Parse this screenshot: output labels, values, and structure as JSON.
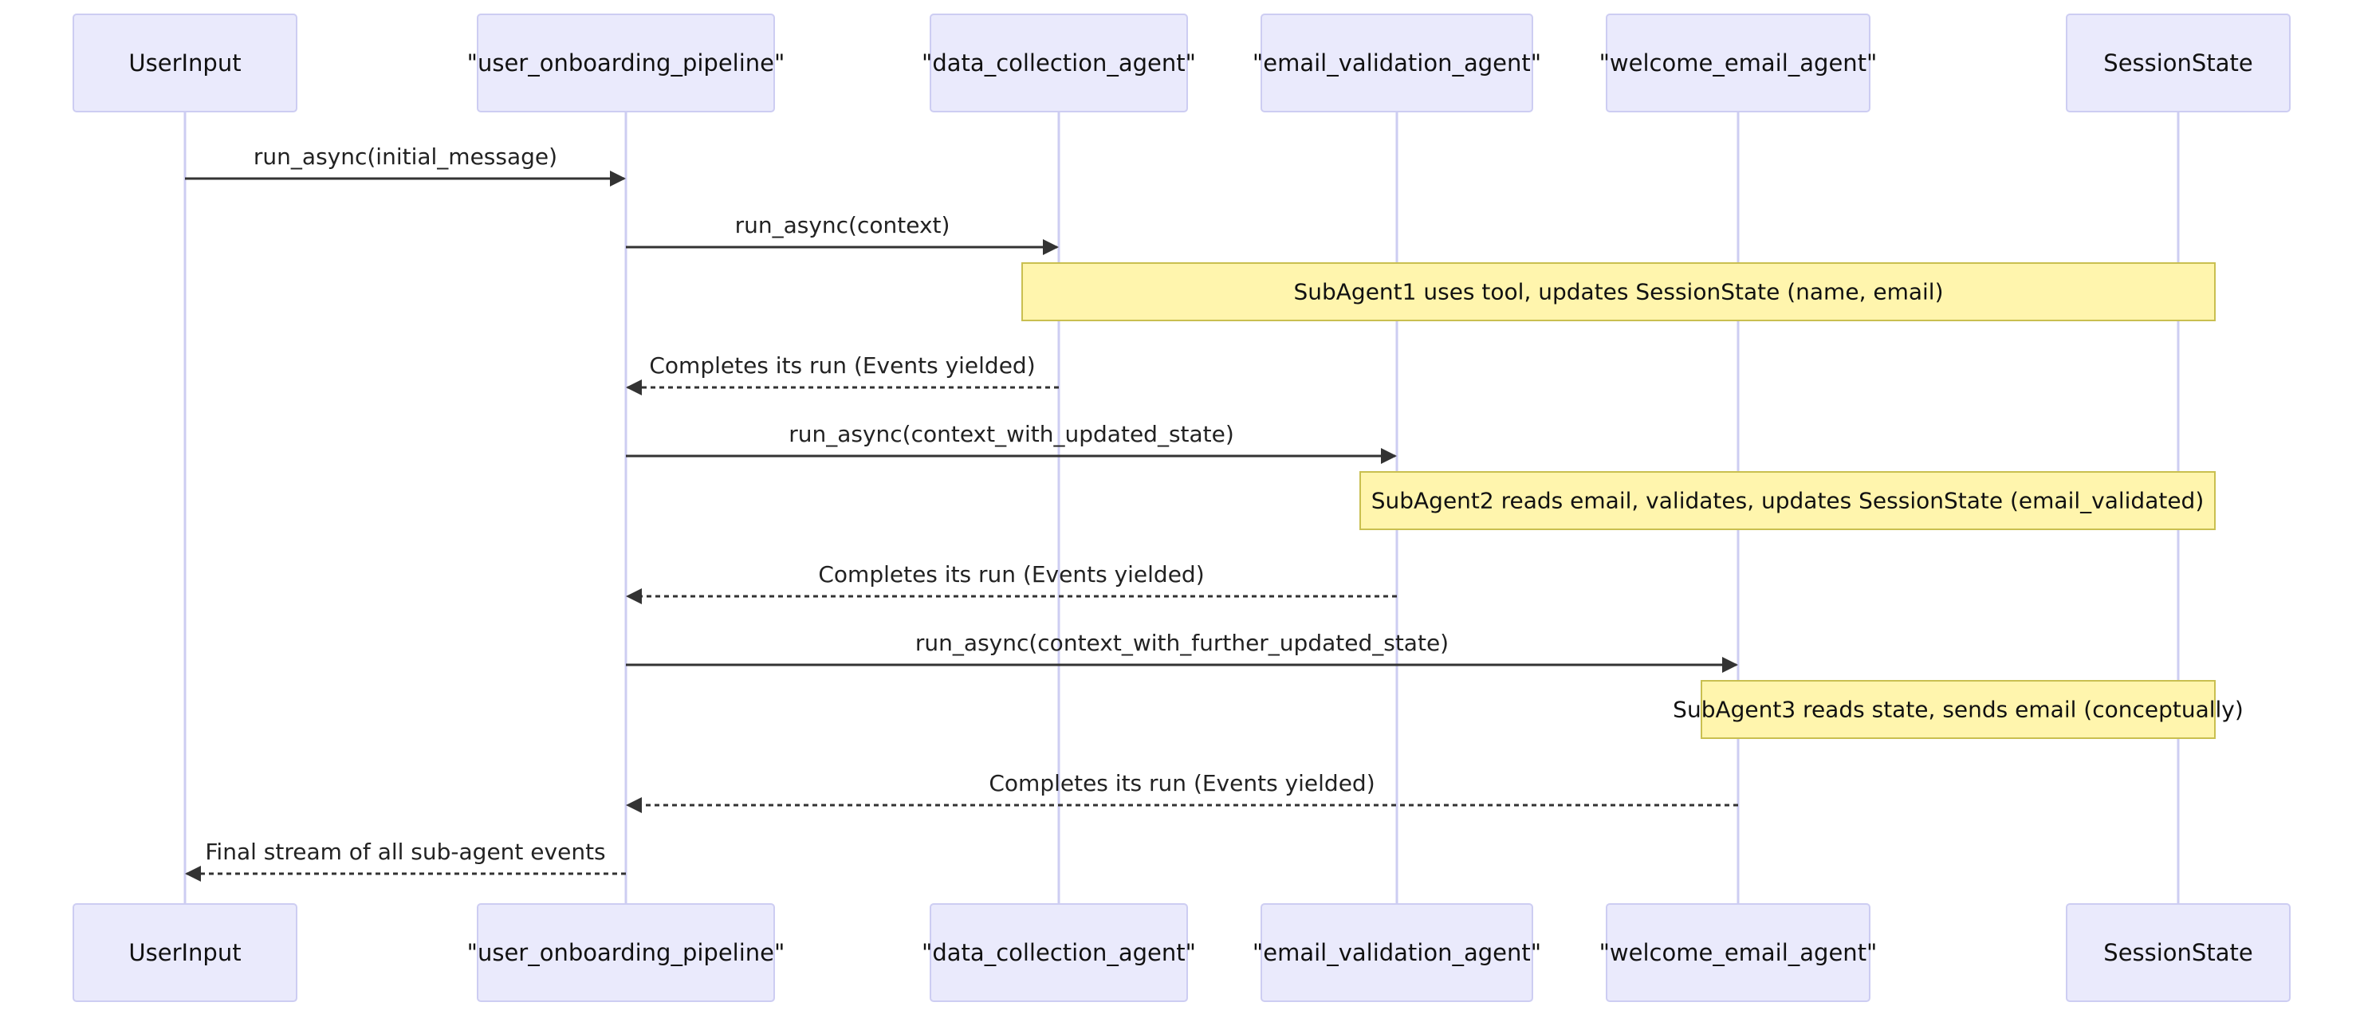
{
  "participants": [
    {
      "id": "UserInput",
      "label": "UserInput"
    },
    {
      "id": "pipeline",
      "label": "\"user_onboarding_pipeline\""
    },
    {
      "id": "collector",
      "label": "\"data_collection_agent\""
    },
    {
      "id": "validator",
      "label": "\"email_validation_agent\""
    },
    {
      "id": "welcome",
      "label": "\"welcome_email_agent\""
    },
    {
      "id": "SessionState",
      "label": "SessionState"
    }
  ],
  "steps": [
    {
      "kind": "message",
      "from": "UserInput",
      "to": "pipeline",
      "style": "solid",
      "label": "run_async(initial_message)"
    },
    {
      "kind": "message",
      "from": "pipeline",
      "to": "collector",
      "style": "solid",
      "label": "run_async(context)"
    },
    {
      "kind": "note",
      "from": "collector",
      "to": "SessionState",
      "label": "SubAgent1 uses tool, updates SessionState (name, email)"
    },
    {
      "kind": "message",
      "from": "collector",
      "to": "pipeline",
      "style": "dashed",
      "label": "Completes its run (Events yielded)"
    },
    {
      "kind": "message",
      "from": "pipeline",
      "to": "validator",
      "style": "solid",
      "label": "run_async(context_with_updated_state)"
    },
    {
      "kind": "note",
      "from": "validator",
      "to": "SessionState",
      "label": "SubAgent2 reads email, validates, updates SessionState (email_validated)"
    },
    {
      "kind": "message",
      "from": "validator",
      "to": "pipeline",
      "style": "dashed",
      "label": "Completes its run (Events yielded)"
    },
    {
      "kind": "message",
      "from": "pipeline",
      "to": "welcome",
      "style": "solid",
      "label": "run_async(context_with_further_updated_state)"
    },
    {
      "kind": "note",
      "from": "welcome",
      "to": "SessionState",
      "label": "SubAgent3 reads state, sends email (conceptually)"
    },
    {
      "kind": "message",
      "from": "welcome",
      "to": "pipeline",
      "style": "dashed",
      "label": "Completes its run (Events yielded)"
    },
    {
      "kind": "message",
      "from": "pipeline",
      "to": "UserInput",
      "style": "dashed",
      "label": "Final stream of all sub-agent events"
    }
  ],
  "colors": {
    "actor_fill": "#eaeafc",
    "actor_stroke": "#cdcdf2",
    "lifeline": "#cdcdf2",
    "arrow": "#333333",
    "text": "#222222",
    "note_fill": "#fff5ad",
    "note_stroke": "#c9bf50"
  }
}
